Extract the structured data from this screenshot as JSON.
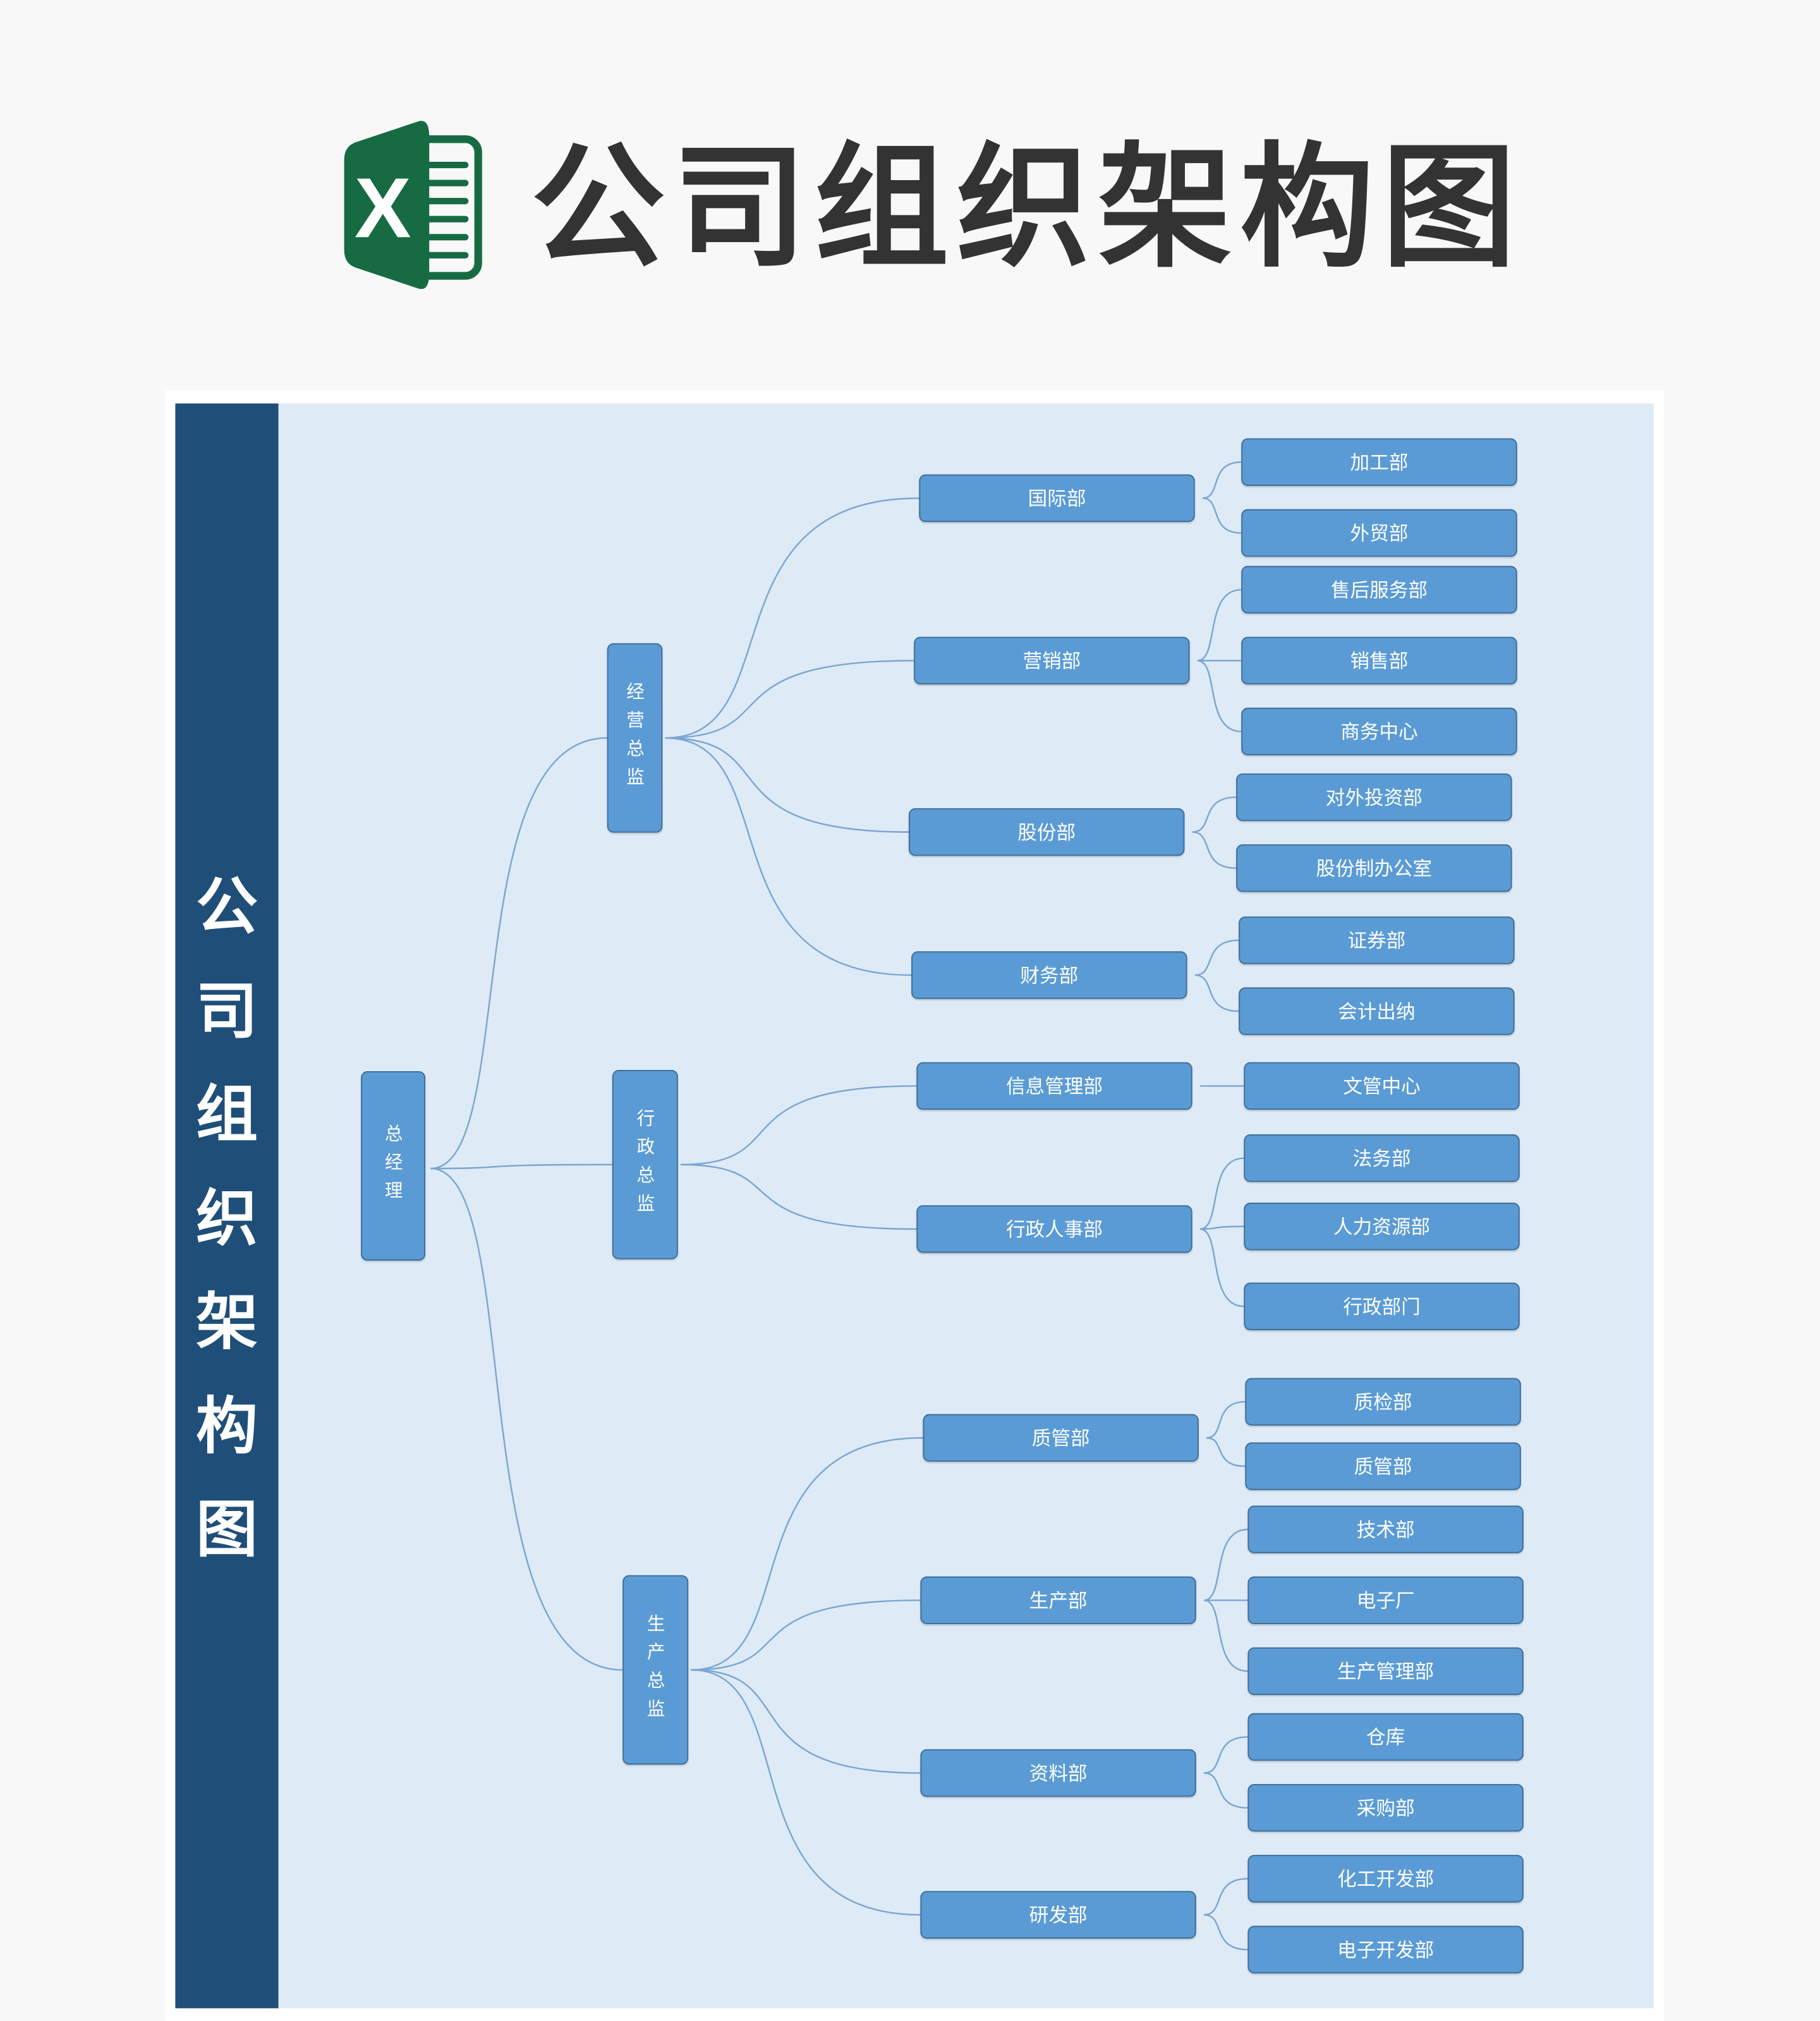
{
  "header": {
    "title": "公司组织架构图",
    "logo_icon": "excel-icon",
    "logo_letter": "X"
  },
  "sidebar": {
    "title": "公司组织架构图"
  },
  "colors": {
    "sidebar": "#1f4e79",
    "canvas": "#deebf6",
    "node_fill": "#5b9bd5",
    "node_border": "#41719c",
    "line": "#7aa6d3",
    "logo": "#176b43"
  },
  "org": {
    "label": "总经理",
    "children": [
      {
        "label": "经营总监",
        "children": [
          {
            "label": "国际部",
            "children": [
              {
                "label": "加工部"
              },
              {
                "label": "外贸部"
              }
            ]
          },
          {
            "label": "营销部",
            "children": [
              {
                "label": "售后服务部"
              },
              {
                "label": "销售部"
              },
              {
                "label": "商务中心"
              }
            ]
          },
          {
            "label": "股份部",
            "children": [
              {
                "label": "对外投资部"
              },
              {
                "label": "股份制办公室"
              }
            ]
          },
          {
            "label": "财务部",
            "children": [
              {
                "label": "证券部"
              },
              {
                "label": "会计出纳"
              }
            ]
          }
        ]
      },
      {
        "label": "行政总监",
        "children": [
          {
            "label": "信息管理部",
            "children": [
              {
                "label": "文管中心"
              }
            ]
          },
          {
            "label": "行政人事部",
            "children": [
              {
                "label": "法务部"
              },
              {
                "label": "人力资源部"
              },
              {
                "label": "行政部门"
              }
            ]
          }
        ]
      },
      {
        "label": "生产总监",
        "children": [
          {
            "label": "质管部",
            "children": [
              {
                "label": "质检部"
              },
              {
                "label": "质管部"
              }
            ]
          },
          {
            "label": "生产部",
            "children": [
              {
                "label": "技术部"
              },
              {
                "label": "电子厂"
              },
              {
                "label": "生产管理部"
              }
            ]
          },
          {
            "label": "资料部",
            "children": [
              {
                "label": "仓库"
              },
              {
                "label": "采购部"
              }
            ]
          },
          {
            "label": "研发部",
            "children": [
              {
                "label": "化工开发部"
              },
              {
                "label": "电子开发部"
              }
            ]
          }
        ]
      }
    ]
  }
}
